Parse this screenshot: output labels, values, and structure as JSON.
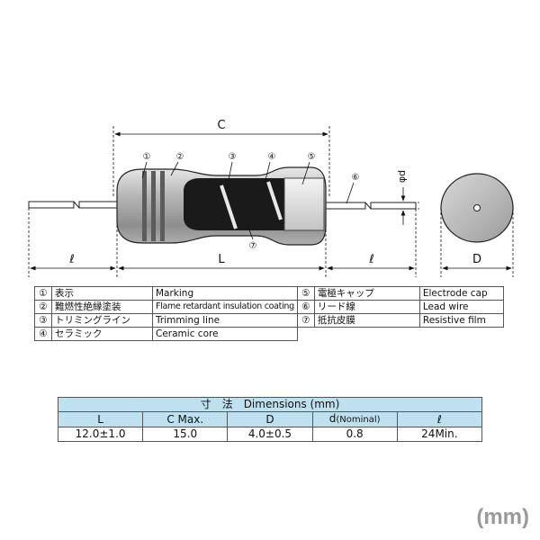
{
  "diagram": {
    "dimension_labels": {
      "C": "C",
      "L": "L",
      "lead_left": "ℓ",
      "lead_right": "ℓ",
      "D": "D",
      "phi_d": "φd"
    },
    "part_markers": [
      "①",
      "②",
      "③",
      "④",
      "⑤",
      "⑥",
      "⑦"
    ]
  },
  "legend": {
    "rows": [
      {
        "num": "①",
        "jp": "表示",
        "en": "Marking",
        "num2": "⑤",
        "jp2": "電極キャップ",
        "en2": "Electrode cap"
      },
      {
        "num": "②",
        "jp": "難燃性絶縁塗装",
        "en": "Flame retardant insulation coating",
        "num2": "⑥",
        "jp2": "リード線",
        "en2": "Lead wire"
      },
      {
        "num": "③",
        "jp": "トリミングライン",
        "en": "Trimming line",
        "num2": "⑦",
        "jp2": "抵抗皮膜",
        "en2": "Resistive film"
      },
      {
        "num": "④",
        "jp": "セラミック",
        "en": "Ceramic core"
      }
    ]
  },
  "dimensions": {
    "title": "寸　法　Dimensions (mm)",
    "columns": [
      "L",
      "C Max.",
      "D",
      "d",
      "ℓ"
    ],
    "column_d_suffix": "(Nominal)",
    "values": [
      "12.0±1.0",
      "15.0",
      "4.0±0.5",
      "0.8",
      "24Min."
    ]
  },
  "unit_label": "(mm)",
  "colors": {
    "table_header_bg": "#bfe0ef",
    "body_gray": "#a9a9a9",
    "film_black": "#1a1a1a",
    "cap_light": "#e4e4e4"
  }
}
